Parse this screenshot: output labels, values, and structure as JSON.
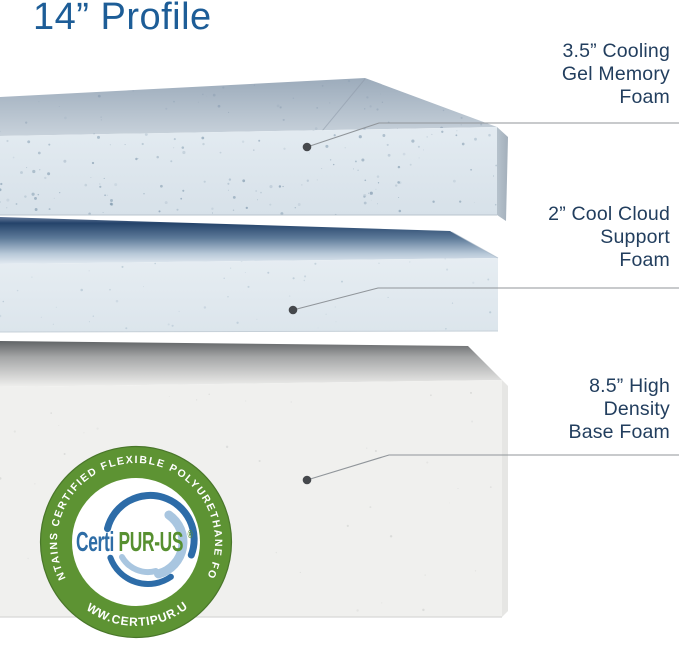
{
  "title": "14” Profile",
  "layers": [
    {
      "id": "cooling-gel-memory-foam",
      "label_lines": [
        "3.5” Cooling",
        "Gel Memory",
        "Foam"
      ]
    },
    {
      "id": "cool-cloud-support-foam",
      "label_lines": [
        "2” Cool Cloud",
        "Support",
        "Foam"
      ]
    },
    {
      "id": "high-density-base-foam",
      "label_lines": [
        "8.5” High",
        "Density",
        "Base Foam"
      ]
    }
  ],
  "badge": {
    "arc_top": "CONTAINS CERTIFIED FLEXIBLE POLYURETHANE FOAM",
    "arc_bottom": "WWW.CERTIPUR.US",
    "wordmark_part1": "Certi",
    "wordmark_part2": "PUR-US",
    "registered_mark": "®"
  },
  "colors": {
    "title_blue": "#1d5d97",
    "label_navy": "#223e5e",
    "badge_ring_green": "#5d9333",
    "badge_ring_edge": "#49762a",
    "wordmark_blue": "#2e6da6",
    "wordmark_green": "#579030",
    "swoosh_dark_blue": "#2d6ca8",
    "swoosh_light_blue": "#a9c6e0",
    "foam_light_blue": "#dfe8ef",
    "gel_navy": "#24436a",
    "base_foam_white": "#f0f0ee",
    "leader_line_gray": "#90959a",
    "callout_dot_gray": "#45484c"
  }
}
